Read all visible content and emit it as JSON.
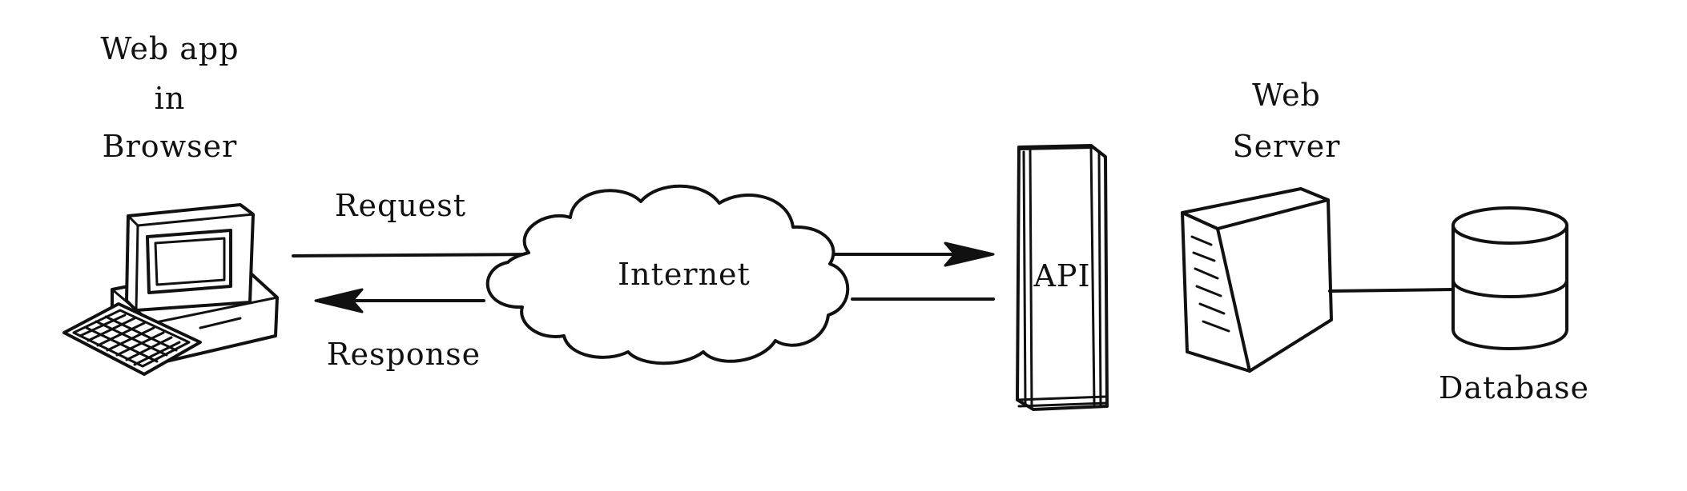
{
  "labels": {
    "browser_line1": "Web app",
    "browser_line2": "in",
    "browser_line3": "Browser",
    "request": "Request",
    "response": "Response",
    "internet": "Internet",
    "api": "API",
    "server_line1": "Web",
    "server_line2": "Server",
    "database": "Database"
  },
  "colors": {
    "ink": "#111111",
    "background": "#ffffff"
  },
  "icons": [
    "computer-icon",
    "cloud-icon",
    "server-icon",
    "database-icon"
  ]
}
